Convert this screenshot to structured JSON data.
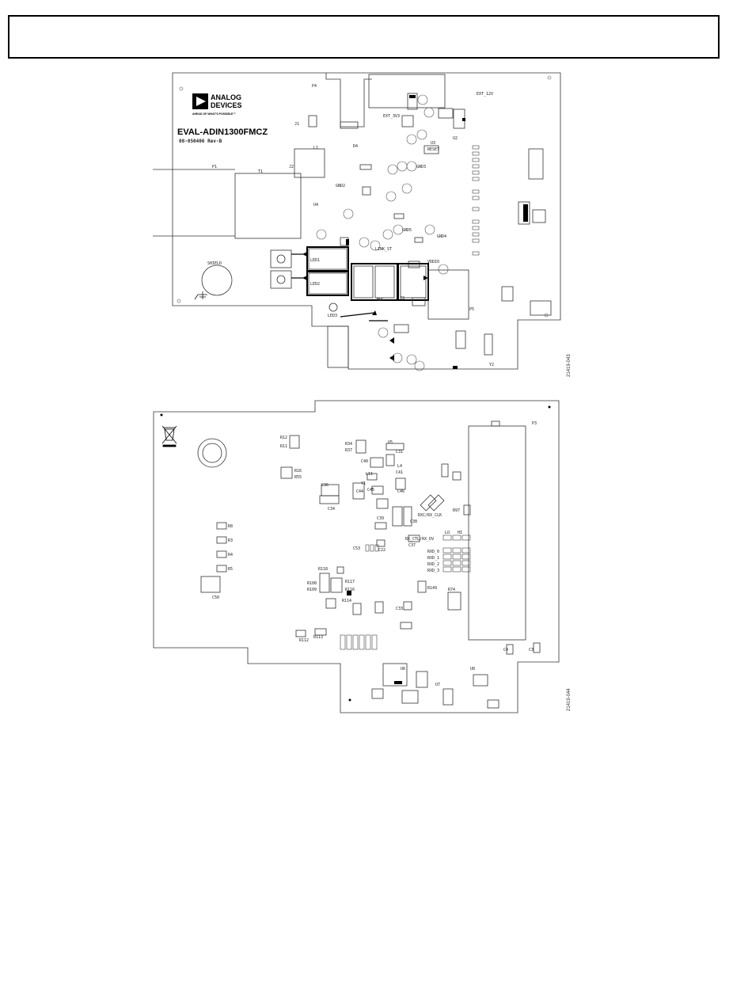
{
  "header": {
    "text": ""
  },
  "top_board": {
    "brand_line1": "ANALOG",
    "brand_line2": "DEVICES",
    "tagline": "AHEAD OF WHAT'S POSSIBLE™",
    "board_name": "EVAL-ADIN1300FMCZ",
    "part_number": "08-050406 Rev-B",
    "shield_label": "SHIELD",
    "figure_id": "21419-043",
    "components": [
      {
        "ref": "J1"
      },
      {
        "ref": "P4"
      },
      {
        "ref": "T1"
      },
      {
        "ref": "P1"
      },
      {
        "ref": "J2"
      },
      {
        "ref": "D4"
      },
      {
        "ref": "L1"
      },
      {
        "ref": "J3"
      },
      {
        "ref": "LED1"
      },
      {
        "ref": "LED2"
      },
      {
        "ref": "LED3"
      },
      {
        "ref": "GND2"
      },
      {
        "ref": "GND3"
      },
      {
        "ref": "GND4"
      },
      {
        "ref": "GND5"
      },
      {
        "ref": "U2"
      },
      {
        "ref": "U3"
      },
      {
        "ref": "U4"
      },
      {
        "ref": "P5"
      },
      {
        "ref": "Y2"
      },
      {
        "ref": "EXT_12V"
      },
      {
        "ref": "EXT_3V3"
      },
      {
        "ref": "RESET"
      },
      {
        "ref": "LINK_ST"
      },
      {
        "ref": "VDDIO"
      },
      {
        "ref": "MDC"
      }
    ]
  },
  "bottom_board": {
    "figure_id": "21419-044",
    "header_label": "P3",
    "components": [
      {
        "ref": "R12"
      },
      {
        "ref": "R11"
      },
      {
        "ref": "R16"
      },
      {
        "ref": "R55"
      },
      {
        "ref": "C31"
      },
      {
        "ref": "U5"
      },
      {
        "ref": "R34"
      },
      {
        "ref": "R37"
      },
      {
        "ref": "C40"
      },
      {
        "ref": "C41"
      },
      {
        "ref": "L4"
      },
      {
        "ref": "L11"
      },
      {
        "ref": "C44"
      },
      {
        "ref": "C45"
      },
      {
        "ref": "C46"
      },
      {
        "ref": "Y1"
      },
      {
        "ref": "C34"
      },
      {
        "ref": "C36"
      },
      {
        "ref": "C38"
      },
      {
        "ref": "C39"
      },
      {
        "ref": "C37"
      },
      {
        "ref": "C22"
      },
      {
        "ref": "C53"
      },
      {
        "ref": "R8"
      },
      {
        "ref": "R3"
      },
      {
        "ref": "R4"
      },
      {
        "ref": "R5"
      },
      {
        "ref": "C50"
      },
      {
        "ref": "R118"
      },
      {
        "ref": "R117"
      },
      {
        "ref": "R116"
      },
      {
        "ref": "R109"
      },
      {
        "ref": "R108"
      },
      {
        "ref": "R114"
      },
      {
        "ref": "R112"
      },
      {
        "ref": "R113"
      },
      {
        "ref": "RX_CTL/RX_DV"
      },
      {
        "ref": "RXC/RX_CLK"
      },
      {
        "ref": "RXD_0"
      },
      {
        "ref": "RXD_1"
      },
      {
        "ref": "RXD_2"
      },
      {
        "ref": "RXD_3"
      },
      {
        "ref": "HI"
      },
      {
        "ref": "LO"
      },
      {
        "ref": "R149"
      },
      {
        "ref": "R74"
      },
      {
        "ref": "C33"
      },
      {
        "ref": "R97"
      },
      {
        "ref": "C3"
      },
      {
        "ref": "C4"
      },
      {
        "ref": "U6"
      },
      {
        "ref": "U7"
      },
      {
        "ref": "U8"
      }
    ]
  }
}
